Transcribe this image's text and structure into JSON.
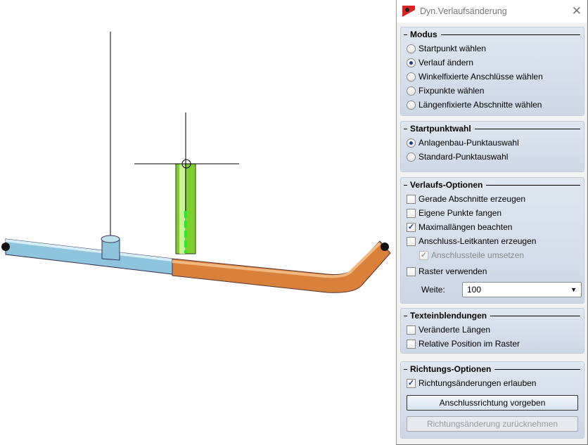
{
  "title": "Dyn.Verlaufsänderung",
  "modus": {
    "label": "Modus",
    "options": [
      "Startpunkt wählen",
      "Verlauf ändern",
      "Winkelfixierte Anschlüsse wählen",
      "Fixpunkte wählen",
      "Längenfixierte Abschnitte wählen"
    ],
    "selected": 1
  },
  "startpunktwahl": {
    "label": "Startpunktwahl",
    "options": [
      "Anlagenbau-Punktauswahl",
      "Standard-Punktauswahl"
    ],
    "selected": 0
  },
  "verlauf": {
    "label": "Verlaufs-Optionen",
    "opts": [
      {
        "label": "Gerade Abschnitte erzeugen",
        "checked": false
      },
      {
        "label": "Eigene Punkte fangen",
        "checked": false
      },
      {
        "label": "Maximallängen beachten",
        "checked": true
      },
      {
        "label": "Anschluss-Leitkanten erzeugen",
        "checked": false
      },
      {
        "label": "Anschlussteile umsetzen",
        "checked": true,
        "disabled": true
      },
      {
        "label": "Raster verwenden",
        "checked": false
      }
    ],
    "weite_label": "Weite:",
    "weite_value": "100"
  },
  "text": {
    "label": "Texteinblendungen",
    "opts": [
      {
        "label": "Veränderte Längen",
        "checked": false
      },
      {
        "label": "Relative Position im Raster",
        "checked": false
      }
    ]
  },
  "richtung": {
    "label": "Richtungs-Optionen",
    "opt": {
      "label": "Richtungsänderungen erlauben",
      "checked": true
    },
    "btn1": "Anschlussrichtung vorgeben",
    "btn2": "Richtungsänderung zurücknehmen"
  },
  "colors": {
    "blue_pipe": "#8ec4dc",
    "orange_pipe": "#d9813a",
    "green_pipe": "#7ccf2c"
  }
}
